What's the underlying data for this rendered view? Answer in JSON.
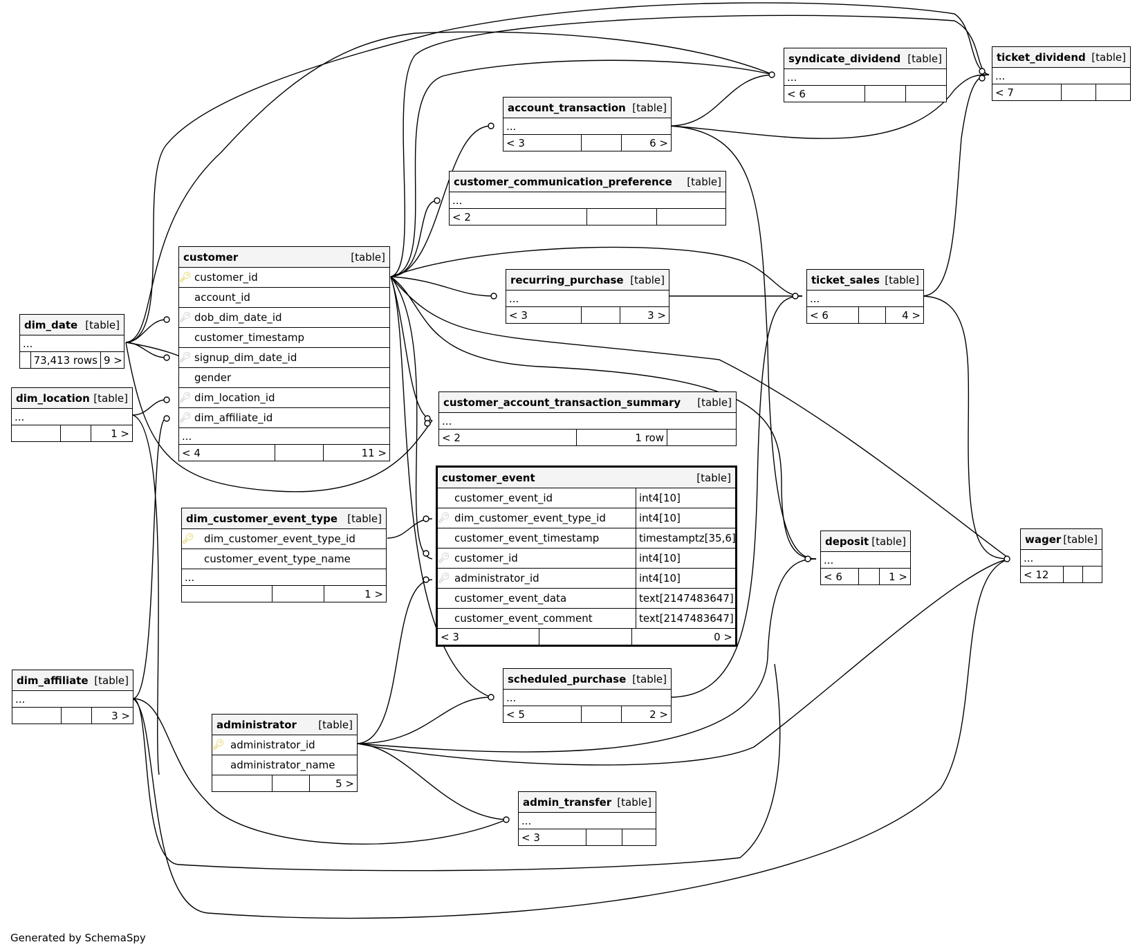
{
  "footer": "Generated by SchemaSpy",
  "table_tag": "[table]",
  "ellipsis": "...",
  "tables": {
    "dim_date": {
      "name": "dim_date",
      "footer": [
        "",
        "73,413 rows",
        "9 >"
      ]
    },
    "dim_location": {
      "name": "dim_location",
      "footer": [
        "",
        "",
        "1 >"
      ]
    },
    "dim_affiliate": {
      "name": "dim_affiliate",
      "footer": [
        "",
        "",
        "3 >"
      ]
    },
    "customer": {
      "name": "customer",
      "columns": [
        {
          "name": "customer_id",
          "icon": "pk"
        },
        {
          "name": "account_id",
          "icon": ""
        },
        {
          "name": "dob_dim_date_id",
          "icon": "fk"
        },
        {
          "name": "customer_timestamp",
          "icon": ""
        },
        {
          "name": "signup_dim_date_id",
          "icon": "fk"
        },
        {
          "name": "gender",
          "icon": ""
        },
        {
          "name": "dim_location_id",
          "icon": "fk"
        },
        {
          "name": "dim_affiliate_id",
          "icon": "fk"
        }
      ],
      "footer": [
        "< 4",
        "",
        "11 >"
      ]
    },
    "dim_customer_event_type": {
      "name": "dim_customer_event_type",
      "columns": [
        {
          "name": "dim_customer_event_type_id",
          "icon": "pk"
        },
        {
          "name": "customer_event_type_name",
          "icon": ""
        }
      ],
      "footer": [
        "",
        "",
        "1 >"
      ]
    },
    "administrator": {
      "name": "administrator",
      "columns": [
        {
          "name": "administrator_id",
          "icon": "pk"
        },
        {
          "name": "administrator_name",
          "icon": ""
        }
      ],
      "footer": [
        "",
        "",
        "5 >"
      ]
    },
    "account_transaction": {
      "name": "account_transaction",
      "footer": [
        "< 3",
        "",
        "6 >"
      ]
    },
    "customer_communication_preference": {
      "name": "customer_communication_preference",
      "footer": [
        "< 2",
        "",
        ""
      ]
    },
    "recurring_purchase": {
      "name": "recurring_purchase",
      "footer": [
        "< 3",
        "",
        "3 >"
      ]
    },
    "customer_account_transaction_summary": {
      "name": "customer_account_transaction_summary",
      "footer": [
        "< 2",
        "1 row",
        ""
      ]
    },
    "customer_event": {
      "name": "customer_event",
      "columns": [
        {
          "name": "customer_event_id",
          "icon": "",
          "type": "int4[10]"
        },
        {
          "name": "dim_customer_event_type_id",
          "icon": "fk",
          "type": "int4[10]"
        },
        {
          "name": "customer_event_timestamp",
          "icon": "",
          "type": "timestamptz[35,6]"
        },
        {
          "name": "customer_id",
          "icon": "fk",
          "type": "int4[10]"
        },
        {
          "name": "administrator_id",
          "icon": "fk",
          "type": "int4[10]"
        },
        {
          "name": "customer_event_data",
          "icon": "",
          "type": "text[2147483647]"
        },
        {
          "name": "customer_event_comment",
          "icon": "",
          "type": "text[2147483647]"
        }
      ],
      "footer": [
        "< 3",
        "",
        "0 >"
      ]
    },
    "scheduled_purchase": {
      "name": "scheduled_purchase",
      "footer": [
        "< 5",
        "",
        "2 >"
      ]
    },
    "admin_transfer": {
      "name": "admin_transfer",
      "footer": [
        "< 3",
        "",
        ""
      ]
    },
    "syndicate_dividend": {
      "name": "syndicate_dividend",
      "footer": [
        "< 6",
        "",
        ""
      ]
    },
    "ticket_dividend": {
      "name": "ticket_dividend",
      "footer": [
        "< 7",
        "",
        ""
      ]
    },
    "ticket_sales": {
      "name": "ticket_sales",
      "footer": [
        "< 6",
        "",
        "4 >"
      ]
    },
    "deposit": {
      "name": "deposit",
      "footer": [
        "< 6",
        "",
        "1 >"
      ]
    },
    "wager": {
      "name": "wager",
      "footer": [
        "< 12",
        "",
        ""
      ]
    }
  }
}
